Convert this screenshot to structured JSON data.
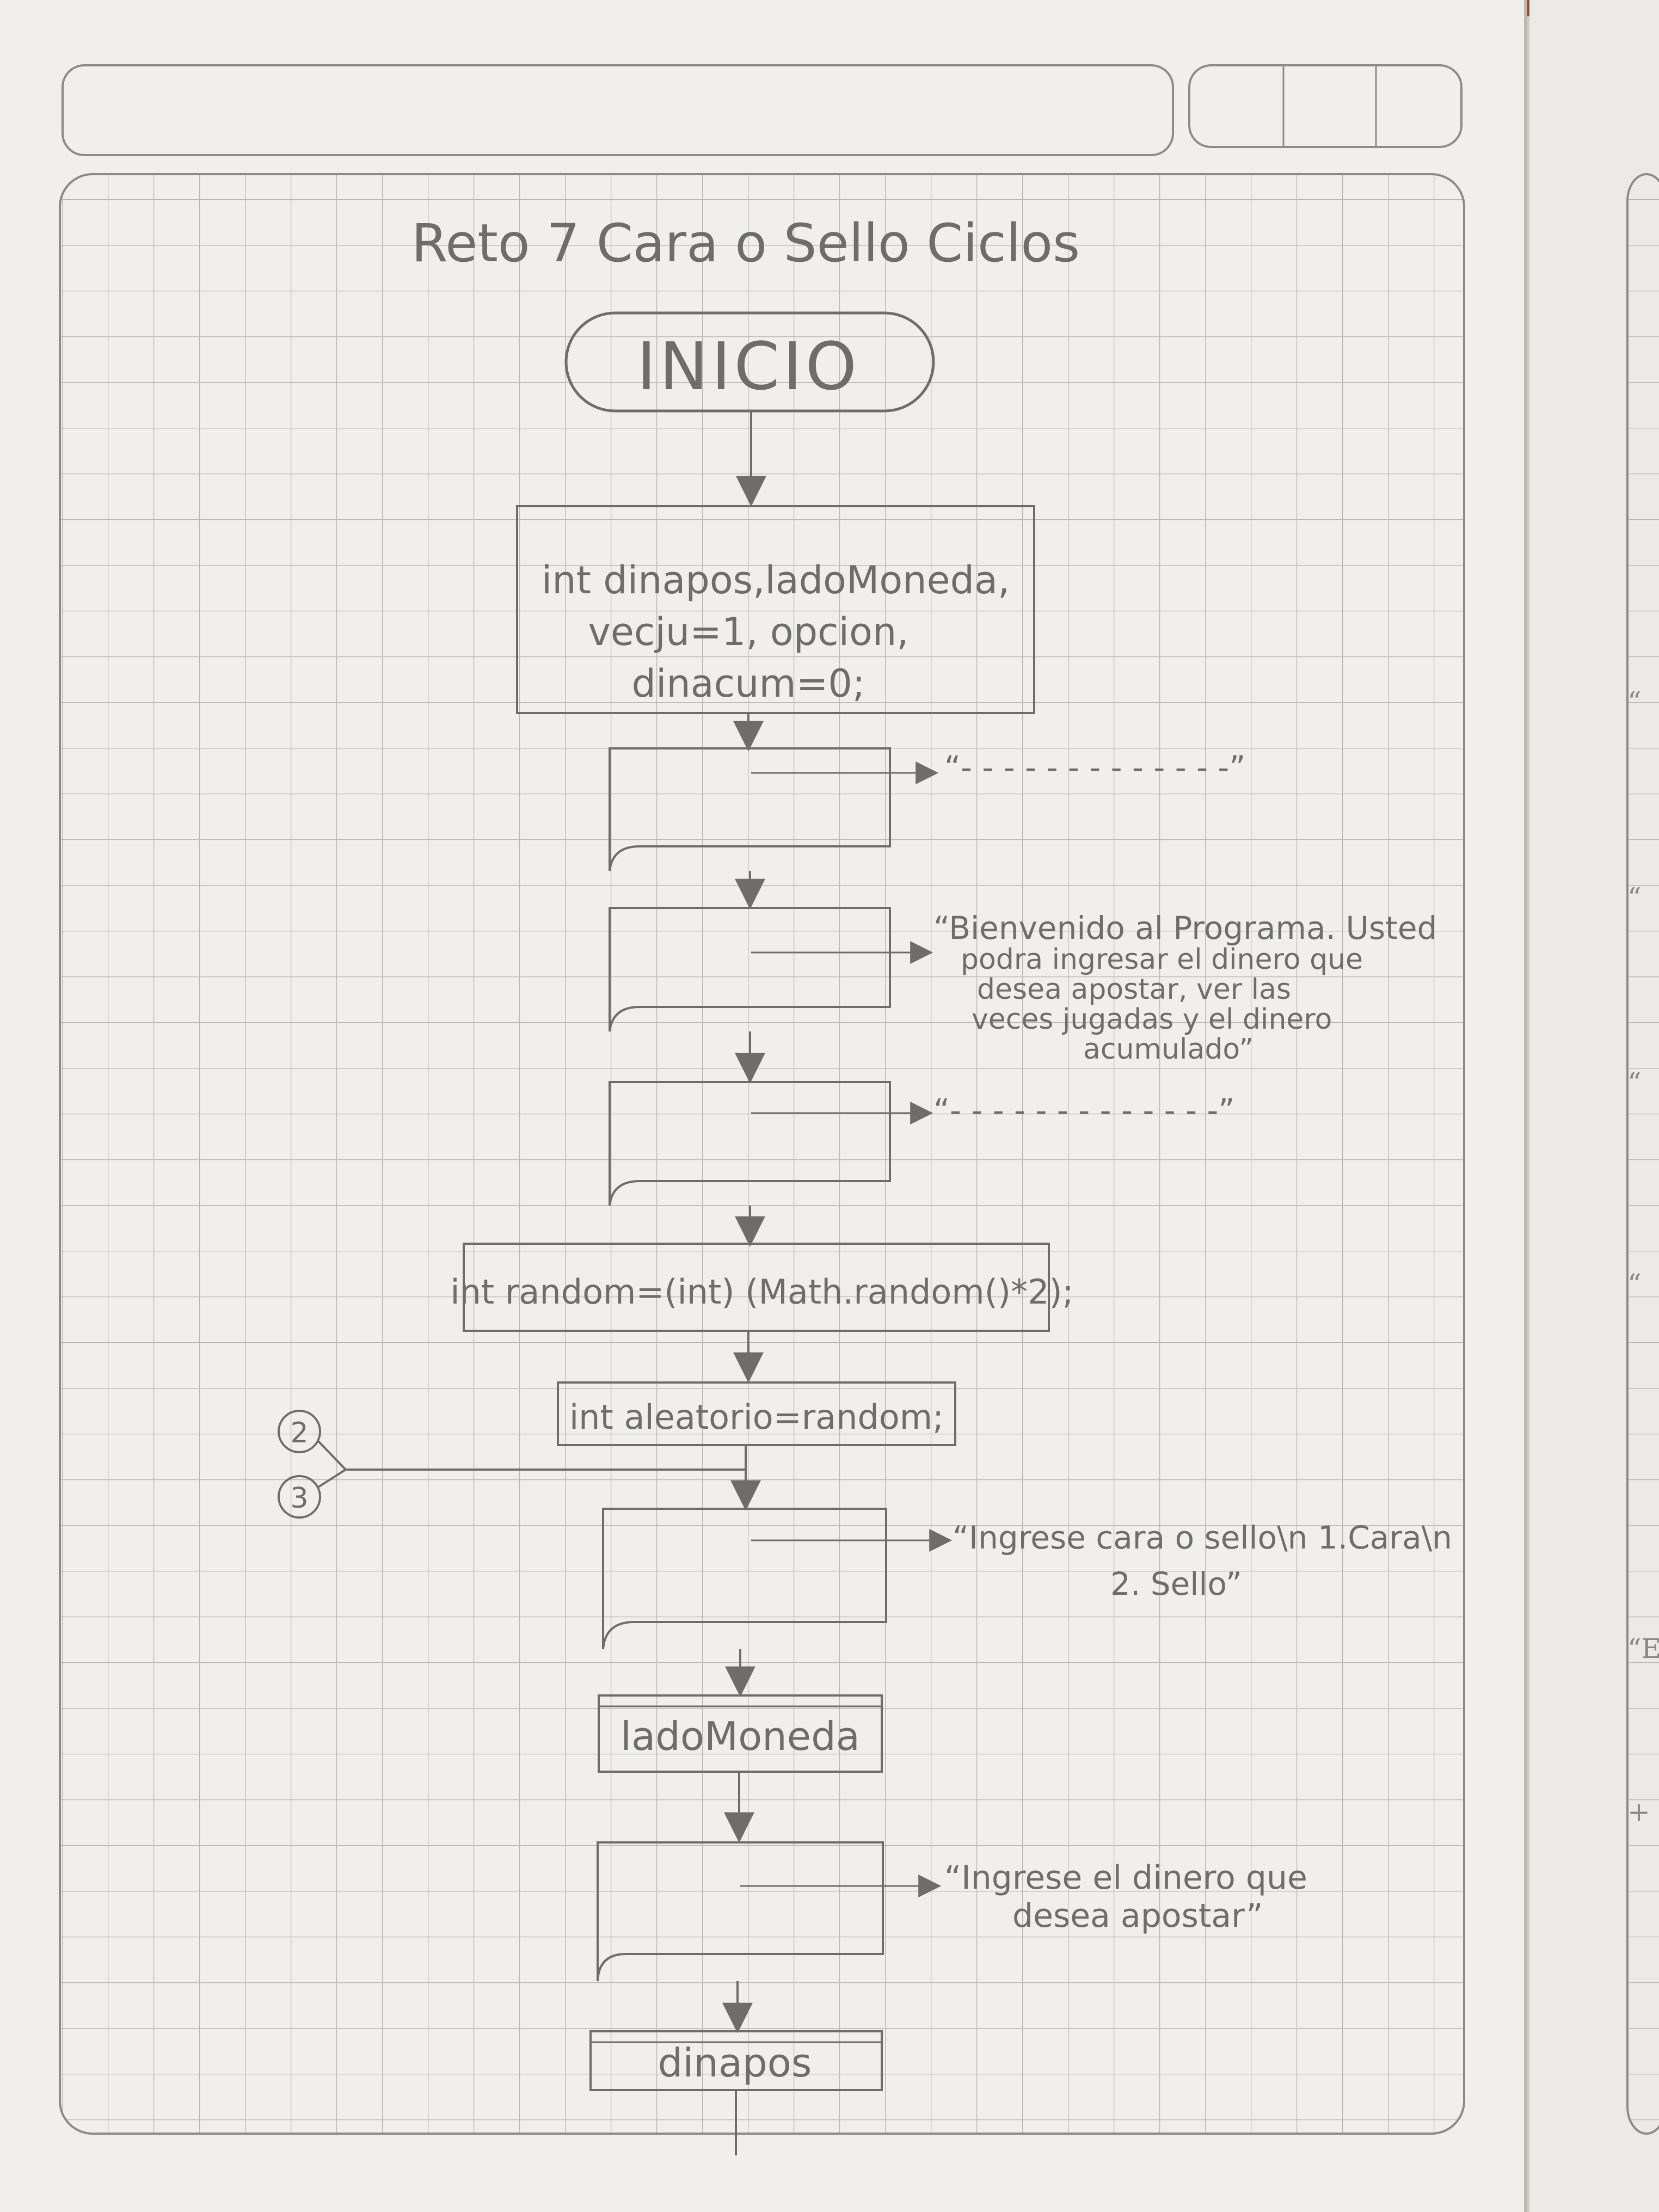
{
  "title": "Reto 7 Cara o Sello Ciclos",
  "start_label": "INICIO",
  "declaration": {
    "lines": [
      "int dinapos,ladoMoneda,",
      "vecju=1, opcion,",
      "dinacum=0;"
    ]
  },
  "outputs": {
    "separator_top": "“- - - - - - - - - - - - -”",
    "welcome": {
      "lines": [
        "“Bienvenido al Programa. Usted",
        "podra ingresar el dinero que",
        "desea apostar, ver las",
        "veces jugadas y el dinero",
        "acumulado”"
      ]
    },
    "separator_bottom": "“- - - - - - - - - - - - -”",
    "prompt_side": {
      "lines": [
        "“Ingrese cara o sello\\n 1.Cara\\n",
        "2. Sello”"
      ]
    },
    "prompt_money": {
      "lines": [
        "“Ingrese el dinero que",
        "desea apostar”"
      ]
    }
  },
  "processes": {
    "random": "int random=(int) (Math.random()*2);",
    "aleatorio": "int aleatorio=random;"
  },
  "connectors": [
    "2",
    "3"
  ],
  "inputs": {
    "lado": "ladoMoneda",
    "dinero": "dinapos"
  },
  "side_page_fragments": [
    "“",
    "“",
    "“",
    "“",
    "“E",
    "+"
  ],
  "colors": {
    "paper": "#f0efec",
    "grid": "#b9b6b1",
    "ink": "#6f6d6b"
  }
}
